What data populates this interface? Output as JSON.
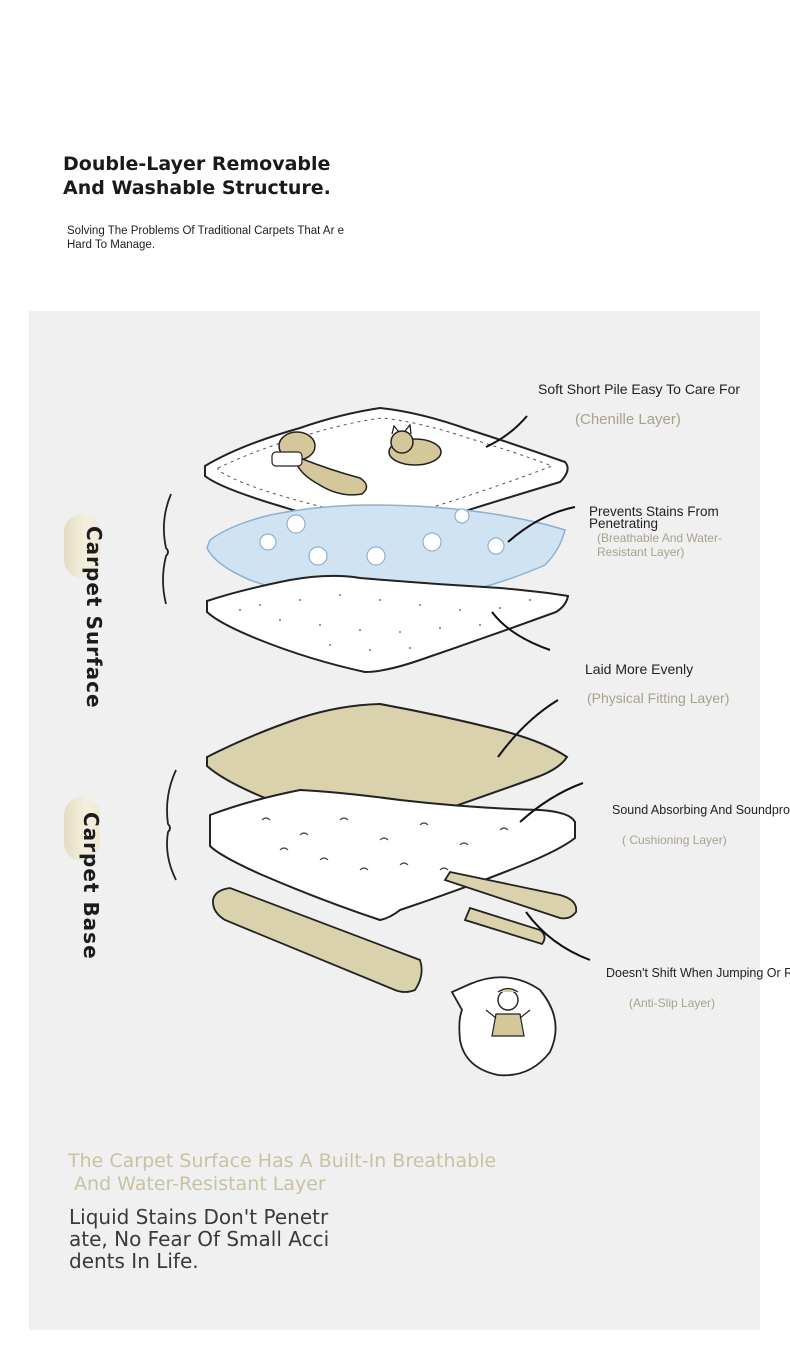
{
  "header": {
    "title_line1": "Double-Layer Removable",
    "title_line2": "And Washable Structure.",
    "subtitle": "Solving The Problems Of Traditional Carpets That Ar e Hard To Manage."
  },
  "side_labels": {
    "surface": "Carpet Surface",
    "base": "Carpet Base"
  },
  "layers": [
    {
      "label": "Soft Short Pile Easy To Care For",
      "sub": "(Chenille Layer)"
    },
    {
      "label_line1": "Prevents Stains From",
      "label_line2": "Penetrating",
      "sub_line1": "(Breathable And Water-",
      "sub_line2": "Resistant Layer)"
    },
    {
      "label": "Laid More Evenly",
      "sub": "(Physical Fitting Layer)"
    },
    {
      "label": "Sound Absorbing And Soundpro",
      "sub": "( Cushioning Layer)"
    },
    {
      "label": "Doesn't Shift When Jumping Or R",
      "sub": "(Anti-Slip Layer)"
    }
  ],
  "footer": {
    "accent_line1": "The Carpet Surface Has A Built-In Breathable",
    "accent_line2": " And Water-Resistant Layer",
    "main_line1": "Liquid Stains Don't Penetr",
    "main_line2": "ate, No Fear Of Small Acci",
    "main_line3": "dents In Life."
  },
  "colors": {
    "panel": "#f0f0f0",
    "beige": "#d9d2ac",
    "blue": "#cfe3f3",
    "accent_text": "#c9c2a2"
  }
}
